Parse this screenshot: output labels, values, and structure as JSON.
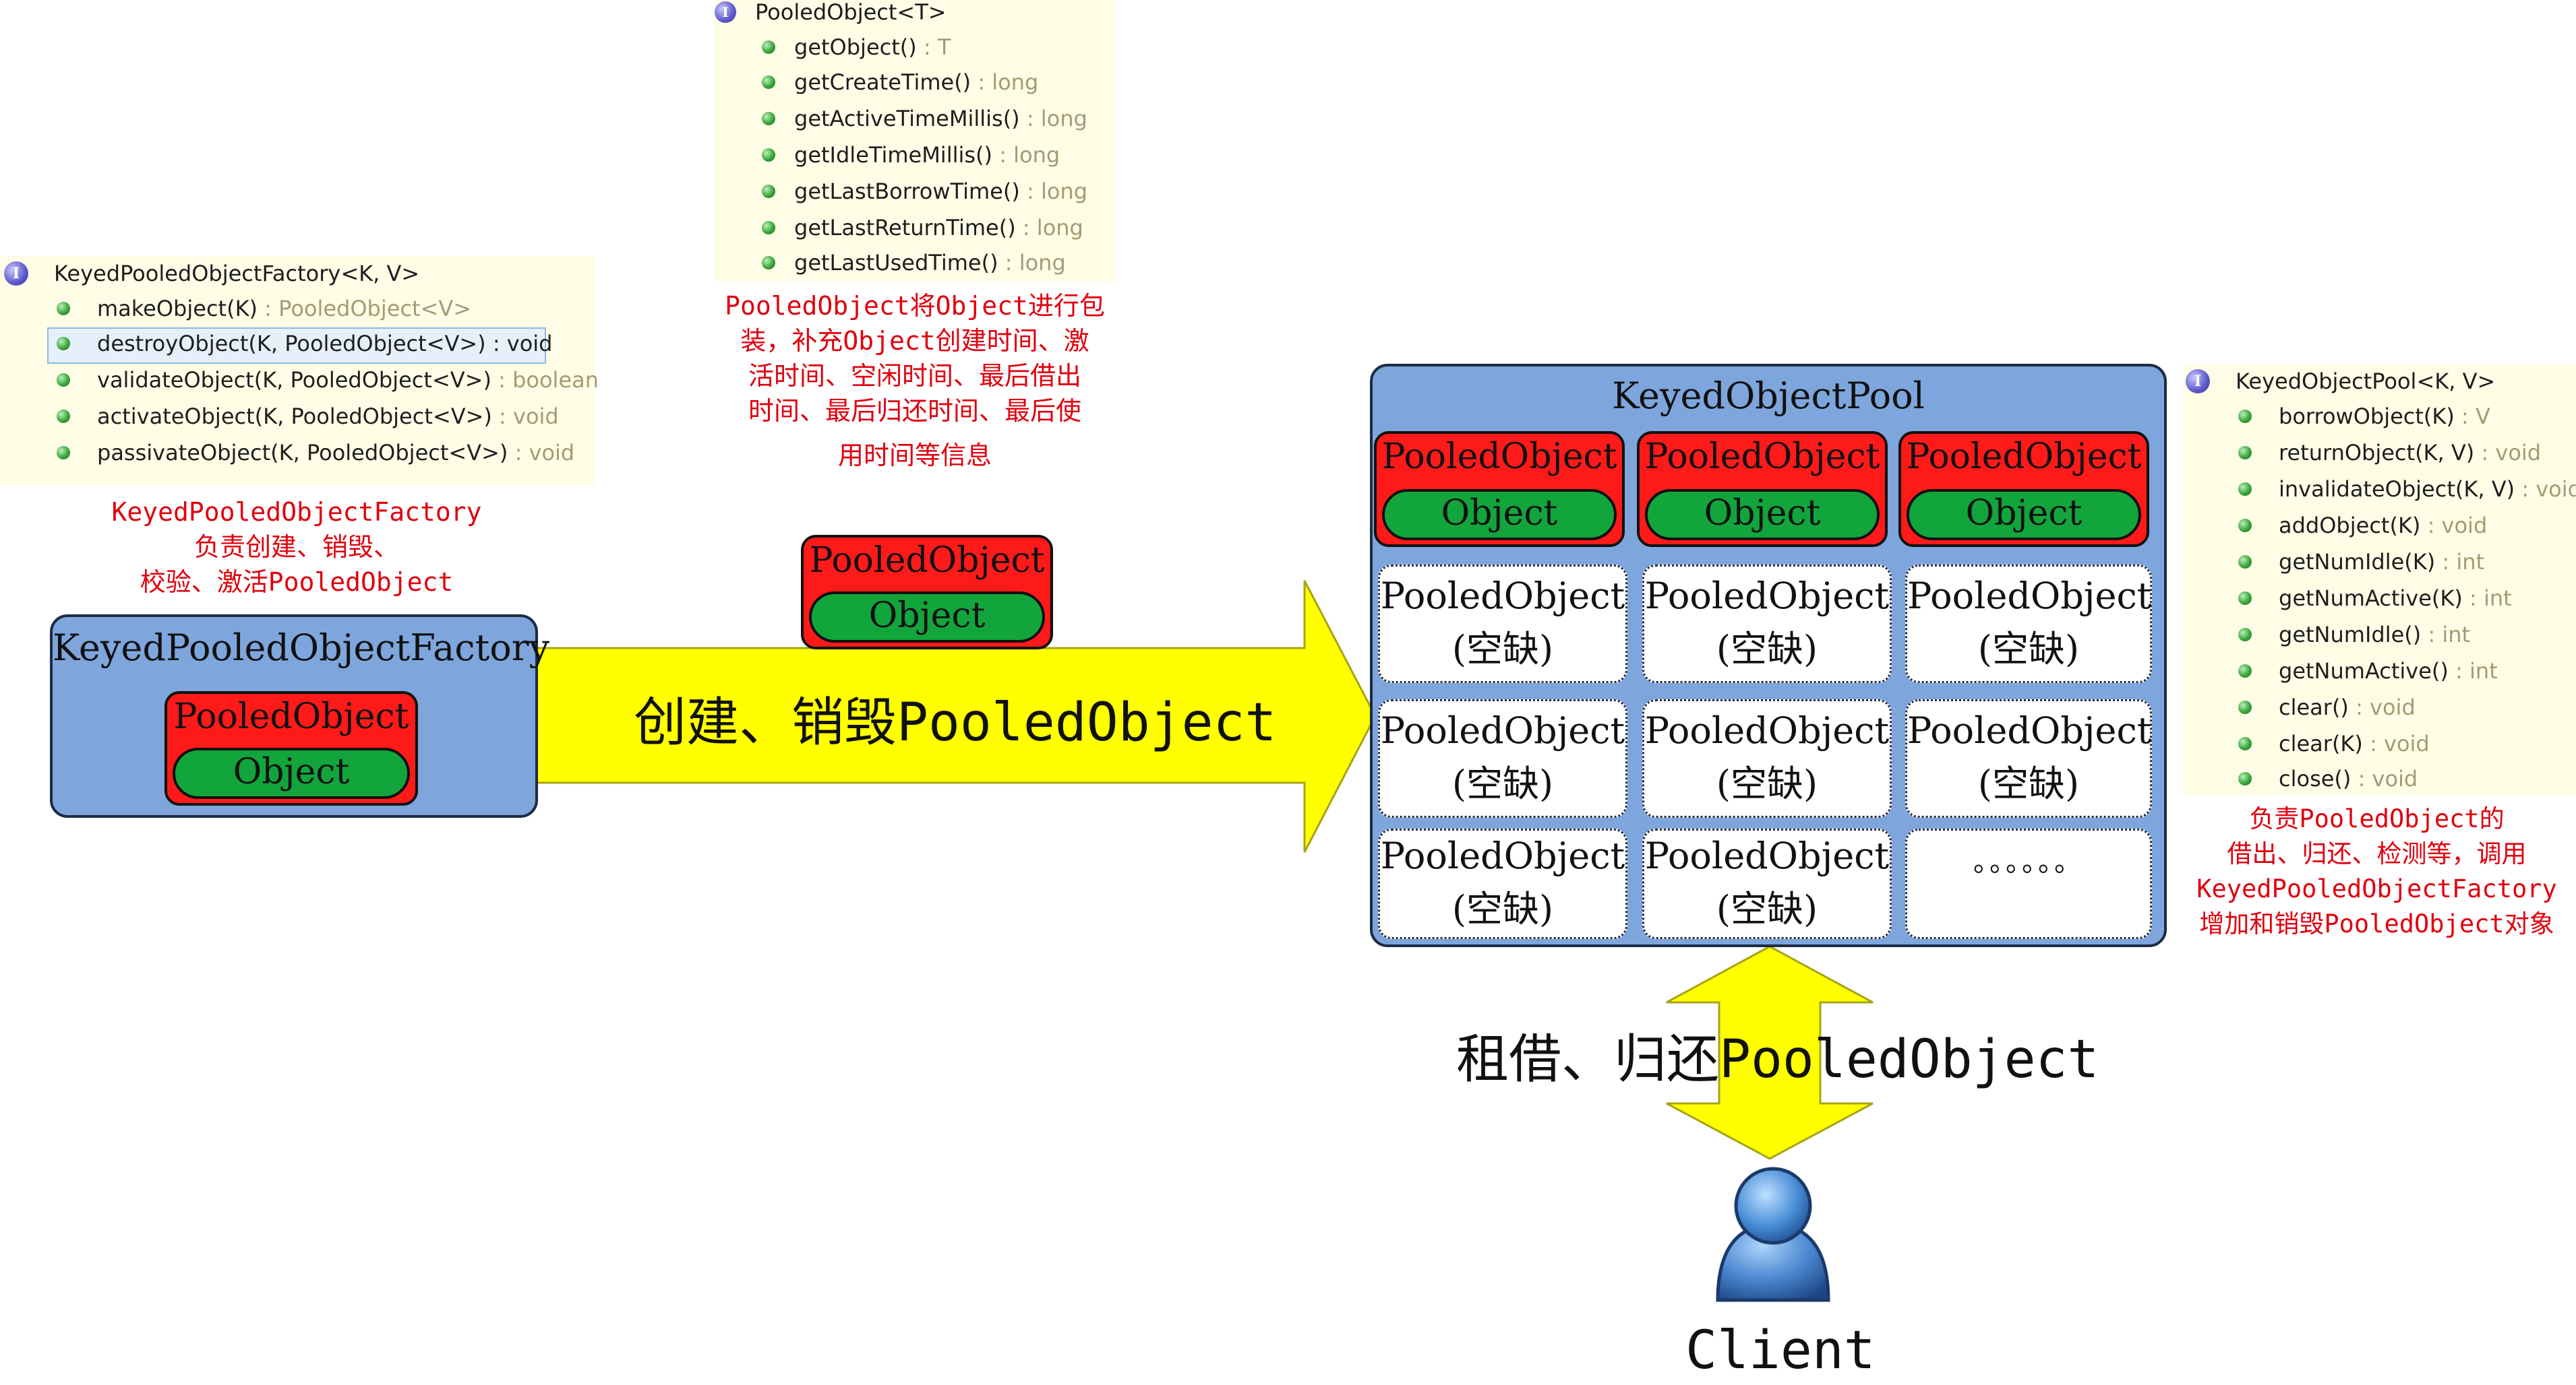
{
  "pooled_object_panel": {
    "title": "PooledObject<T>",
    "methods": [
      {
        "sig": "getObject()",
        "ret": " : T"
      },
      {
        "sig": "getCreateTime()",
        "ret": " : long"
      },
      {
        "sig": "getActiveTimeMillis()",
        "ret": " : long"
      },
      {
        "sig": "getIdleTimeMillis()",
        "ret": " : long"
      },
      {
        "sig": "getLastBorrowTime()",
        "ret": " : long"
      },
      {
        "sig": "getLastReturnTime()",
        "ret": " : long"
      },
      {
        "sig": "getLastUsedTime()",
        "ret": " : long"
      }
    ]
  },
  "factory_panel": {
    "title": "KeyedPooledObjectFactory<K, V>",
    "methods": [
      {
        "sig": "makeObject(K)",
        "ret": " : PooledObject<V>"
      },
      {
        "sig": "destroyObject(K, PooledObject<V>) : void",
        "ret": ""
      },
      {
        "sig": "validateObject(K, PooledObject<V>)",
        "ret": " : boolean"
      },
      {
        "sig": "activateObject(K, PooledObject<V>)",
        "ret": " : void"
      },
      {
        "sig": "passivateObject(K, PooledObject<V>)",
        "ret": " : void"
      }
    ]
  },
  "pool_panel": {
    "title": "KeyedObjectPool<K, V>",
    "methods": [
      {
        "sig": "borrowObject(K)",
        "ret": " : V"
      },
      {
        "sig": "returnObject(K, V)",
        "ret": " : void"
      },
      {
        "sig": "invalidateObject(K, V)",
        "ret": " : void"
      },
      {
        "sig": "addObject(K)",
        "ret": " : void"
      },
      {
        "sig": "getNumIdle(K)",
        "ret": " : int"
      },
      {
        "sig": "getNumActive(K)",
        "ret": " : int"
      },
      {
        "sig": "getNumIdle()",
        "ret": " : int"
      },
      {
        "sig": "getNumActive()",
        "ret": " : int"
      },
      {
        "sig": "clear()",
        "ret": " : void"
      },
      {
        "sig": "clear(K)",
        "ret": " : void"
      },
      {
        "sig": "close()",
        "ret": " : void"
      }
    ]
  },
  "notes": {
    "pooled_object": [
      "PooledObject将Object进行包",
      "装，补充Object创建时间、激",
      "活时间、空闲时间、最后借出",
      "时间、最后归还时间、最后使",
      "用时间等信息"
    ],
    "factory": [
      "KeyedPooledObjectFactory",
      "负责创建、销毁、",
      "校验、激活PooledObject"
    ],
    "pool": [
      "负责PooledObject的",
      "借出、归还、检测等，调用",
      "KeyedPooledObjectFactory",
      "增加和销毁PooledObject对象"
    ]
  },
  "diagram": {
    "factory_box_title": "KeyedPooledObjectFactory",
    "pool_box_title": "KeyedObjectPool",
    "pooled_object_label": "PooledObject",
    "object_label": "Object",
    "empty_label": "(空缺)",
    "ellipsis": "。。。。。。",
    "arrow_create_label": "创建、销毁PooledObject",
    "arrow_borrow_label": "租借、归还PooledObject",
    "client_label": "Client"
  },
  "colors": {
    "blue_box": "#7ea6dd",
    "pooled_object_red": "#ff1a1a",
    "object_green": "#12a53c",
    "arrow_yellow": "#ffff00",
    "note_red": "#e0000e",
    "panel_bg": "#fffde6"
  }
}
